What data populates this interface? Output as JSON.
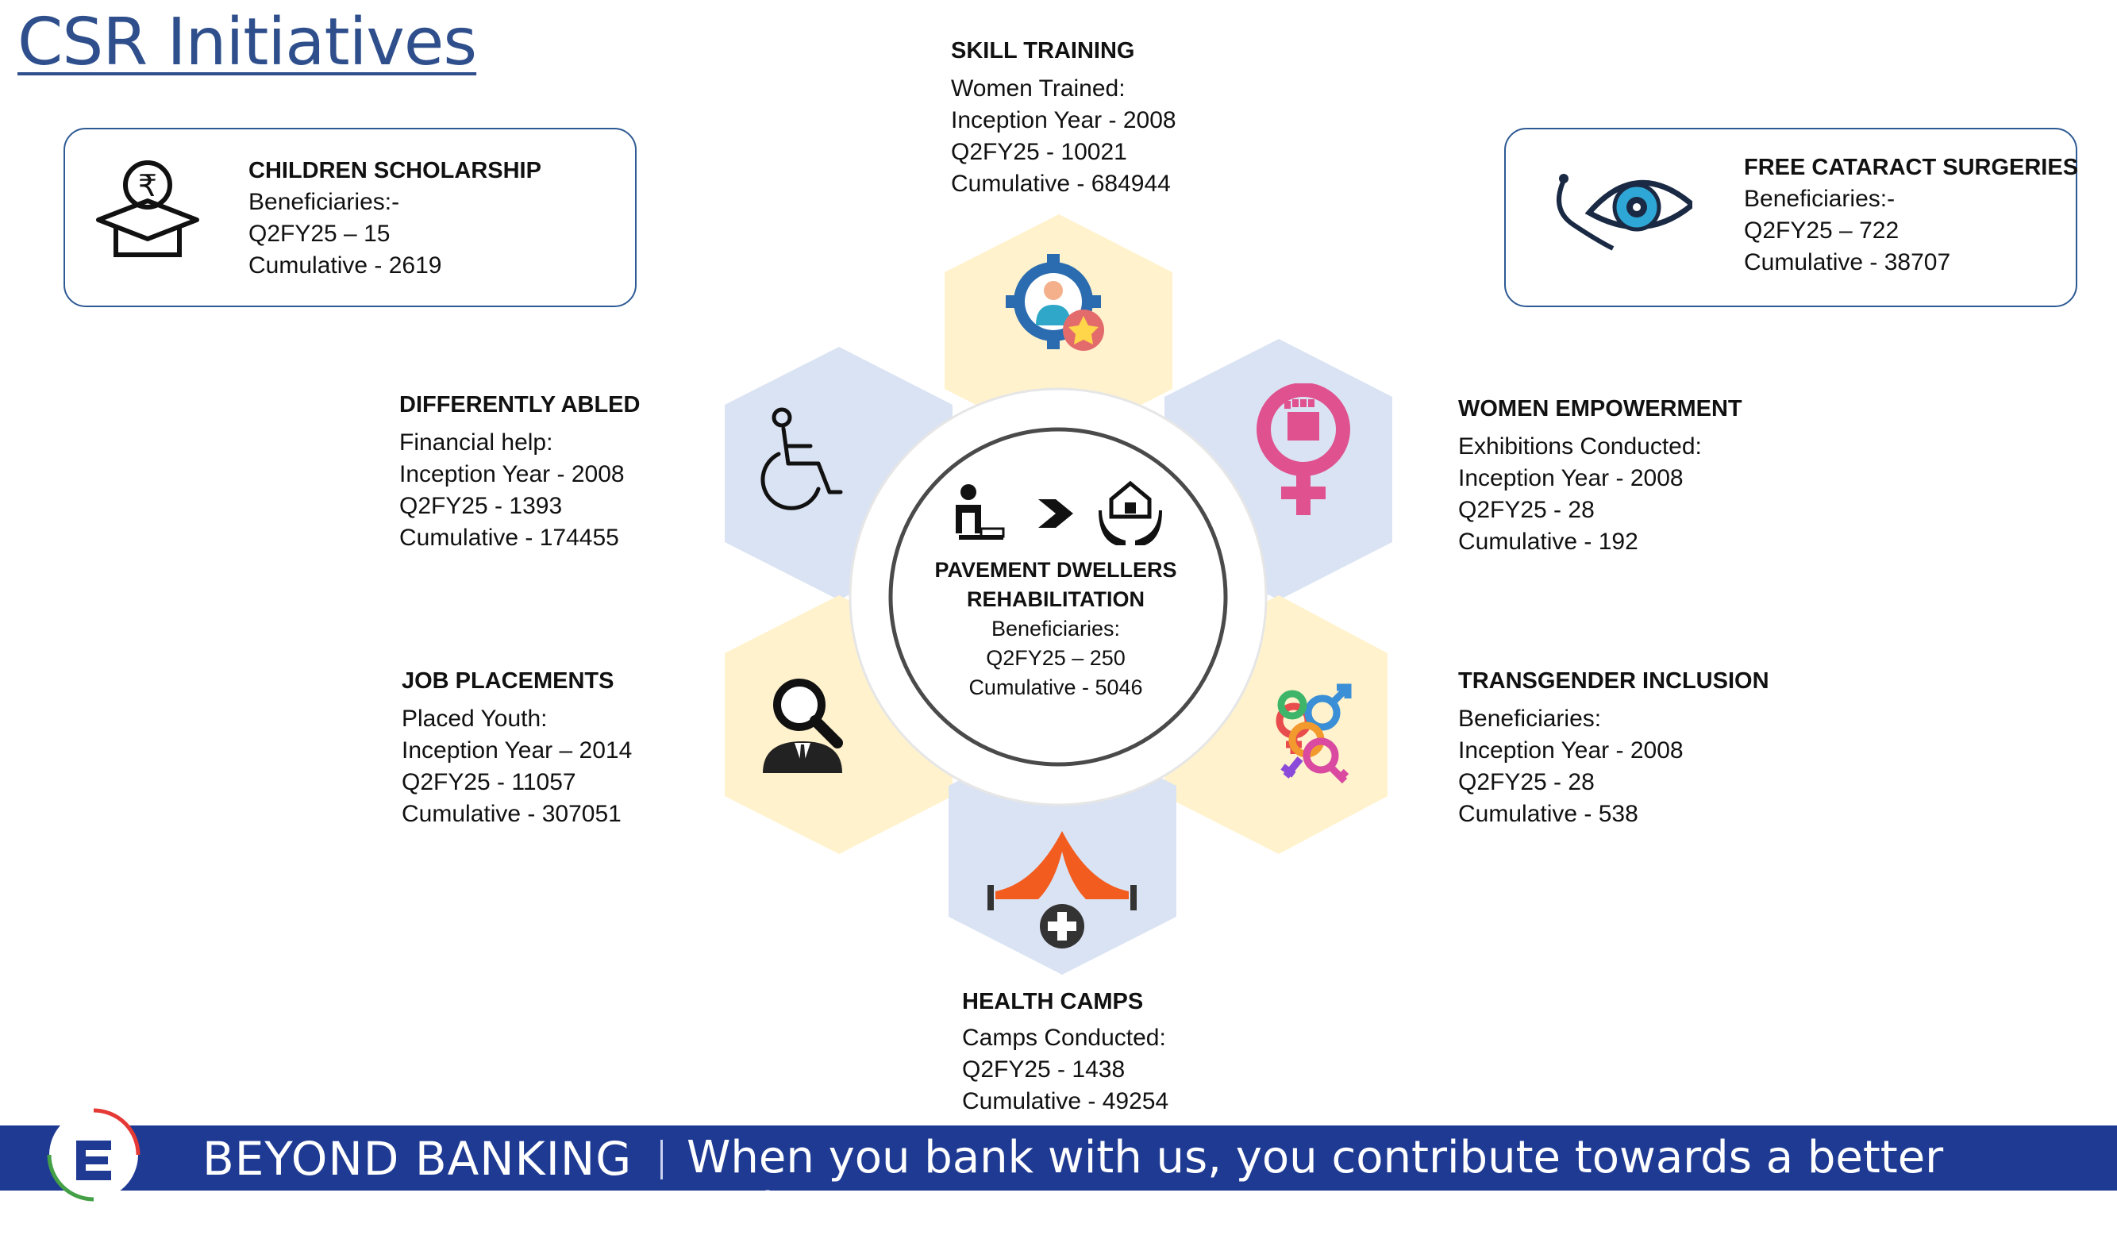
{
  "title": "CSR Initiatives",
  "center": {
    "heading1": "PAVEMENT DWELLERS",
    "heading2": "REHABILITATION",
    "line1": "Beneficiaries:",
    "line2": "Q2FY25 – 250",
    "line3": "Cumulative - 5046"
  },
  "skill_training": {
    "heading": "SKILL TRAINING",
    "line1": "Women Trained:",
    "line2": "Inception Year - 2008",
    "line3": "Q2FY25 - 10021",
    "line4": "Cumulative - 684944"
  },
  "children_scholarship": {
    "heading": "CHILDREN SCHOLARSHIP",
    "line1": "Beneficiaries:-",
    "line2": "Q2FY25 – 15",
    "line3": "Cumulative - 2619"
  },
  "cataract": {
    "heading": "FREE CATARACT SURGERIES",
    "line1": "Beneficiaries:-",
    "line2": "Q2FY25 – 722",
    "line3": "Cumulative - 38707"
  },
  "differently_abled": {
    "heading": "DIFFERENTLY ABLED",
    "line1": "Financial help:",
    "line2": "Inception Year - 2008",
    "line3": "Q2FY25 - 1393",
    "line4": "Cumulative - 174455"
  },
  "women_empowerment": {
    "heading": "WOMEN EMPOWERMENT",
    "line1": "Exhibitions Conducted:",
    "line2": "Inception Year - 2008",
    "line3": "Q2FY25 - 28",
    "line4": "Cumulative - 192"
  },
  "job_placements": {
    "heading": "JOB PLACEMENTS",
    "line1": "Placed Youth:",
    "line2": "Inception Year – 2014",
    "line3": "Q2FY25 - 11057",
    "line4": "Cumulative - 307051"
  },
  "transgender": {
    "heading": "TRANSGENDER INCLUSION",
    "line1": "Beneficiaries:",
    "line2": "Inception Year - 2008",
    "line3": "Q2FY25 - 28",
    "line4": "Cumulative - 538"
  },
  "health_camps": {
    "heading": "HEALTH CAMPS",
    "line1": "Camps Conducted:",
    "line2": "Q2FY25 - 1438",
    "line3": "Cumulative - 49254"
  },
  "footer": {
    "brand": "BEYOND BANKING",
    "tagline": "When you bank with us, you contribute towards a better society."
  },
  "colors": {
    "title": "#2e4f8c",
    "hex_yellow": "#fff2cc",
    "hex_blue": "#dae3f3",
    "footer": "#1f3a93",
    "box_border": "#2e5a94"
  }
}
